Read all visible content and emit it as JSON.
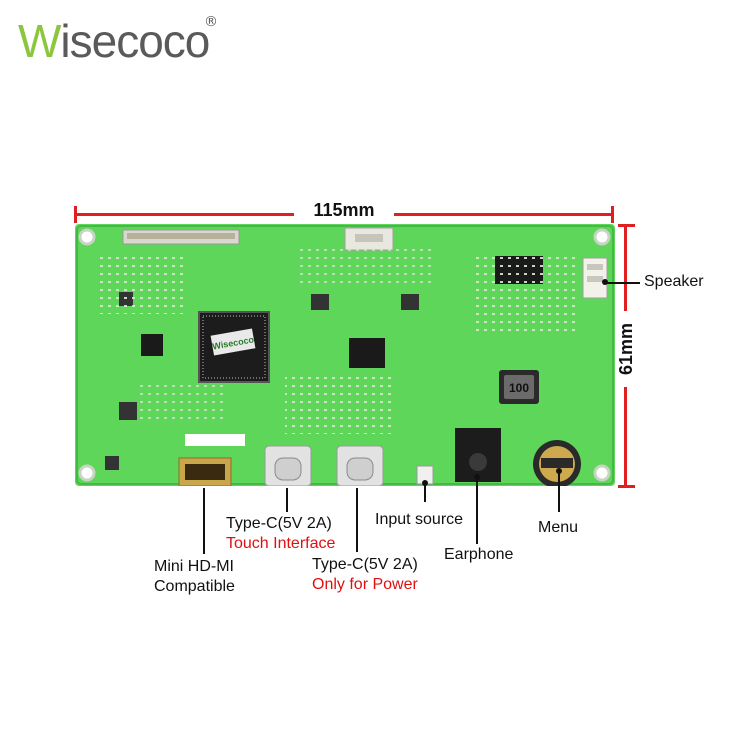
{
  "brand": {
    "logo_first": "W",
    "logo_rest": "isecoco",
    "registered": "®"
  },
  "dimensions": {
    "width_label": "115mm",
    "height_label": "61mm"
  },
  "board": {
    "chip_logo": "Wisecoco",
    "inductor_label": "100"
  },
  "callouts": {
    "speaker": "Speaker",
    "input_source": "Input source",
    "earphone": "Earphone",
    "menu": "Menu",
    "typec_touch_title": "Type-C(5V 2A)",
    "typec_touch_sub": "Touch Interface",
    "typec_power_title": "Type-C(5V 2A)",
    "typec_power_sub": "Only for Power",
    "hdmi_line1": "Mini HD-MI",
    "hdmi_line2": "Compatible"
  },
  "colors": {
    "board_green": "#5dd65a",
    "accent_red": "#e02020",
    "brand_green": "#8cc63f"
  }
}
